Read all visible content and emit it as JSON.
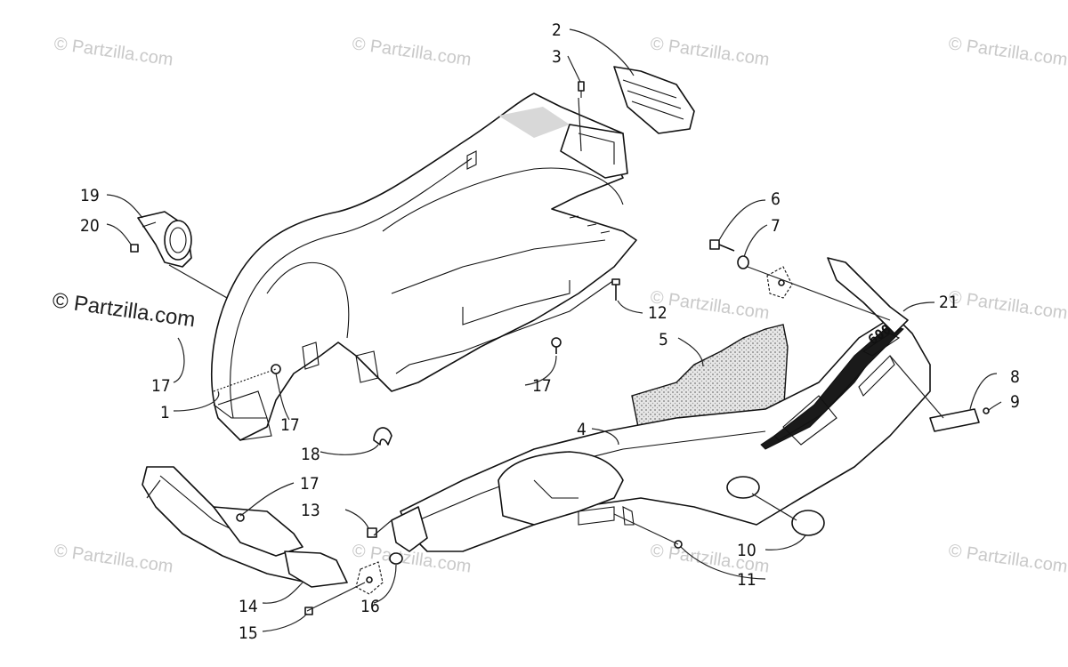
{
  "watermarks": {
    "text": "© Partzilla.com",
    "main_text": "© Partzilla.com"
  },
  "callouts": {
    "c1": "1",
    "c2": "2",
    "c3": "3",
    "c4": "4",
    "c5": "5",
    "c6": "6",
    "c7": "7",
    "c8": "8",
    "c9": "9",
    "c10": "10",
    "c11": "11",
    "c12": "12",
    "c13": "13",
    "c14": "14",
    "c15": "15",
    "c16": "16",
    "c17a": "17",
    "c17b": "17",
    "c17c": "17",
    "c17d": "17",
    "c18": "18",
    "c19": "19",
    "c20": "20",
    "c21": "21"
  },
  "decal_text": "600",
  "colors": {
    "line": "#111111",
    "watermark": "#c9c9c9",
    "foam": "#bdbdbd"
  }
}
